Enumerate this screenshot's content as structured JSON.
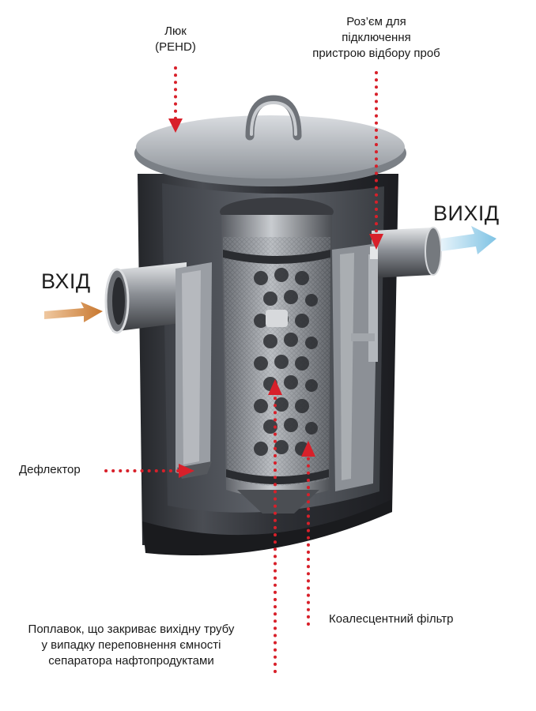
{
  "labels": {
    "hatch_line1": "Люк",
    "hatch_line2": "(PEHD)",
    "sampling_line1": "Роз’єм для",
    "sampling_line2": "підключення",
    "sampling_line3": "пристрою відбору проб",
    "inlet": "ВХІД",
    "outlet": "ВИХІД",
    "deflector": "Дефлектор",
    "float_line1": "Поплавок, що закриває вихідну трубу",
    "float_line2": "у випадку переповнення ємності",
    "float_line3": "сепаратора нафтопродуктами",
    "coalescent_filter": "Коалесцентний фільтр"
  },
  "colors": {
    "pointer_red": "#d8202a",
    "inlet_arrow": "#c8772e",
    "outlet_arrow": "#8ccbe8",
    "tank_dark": "#2f3136",
    "metal_light": "#b8bcc2"
  }
}
